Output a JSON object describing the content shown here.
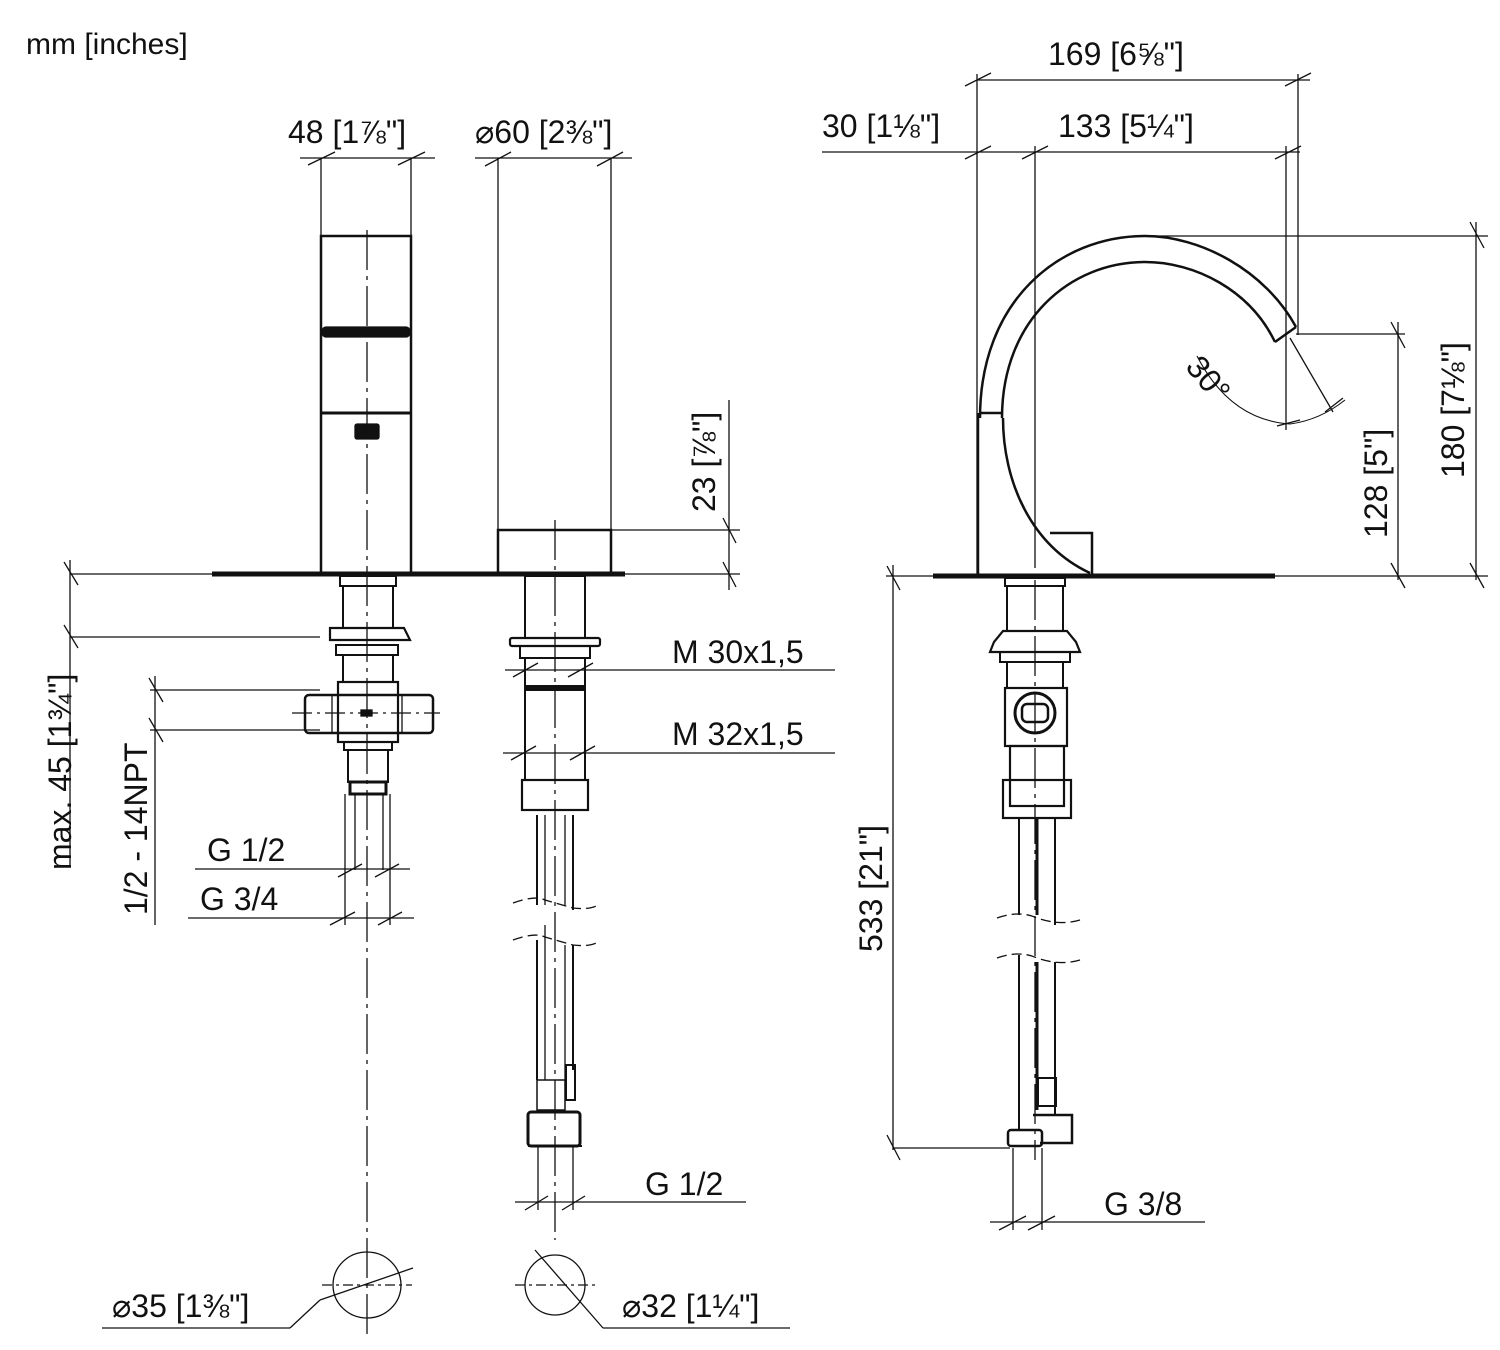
{
  "header": {
    "units_label": "mm [inches]"
  },
  "views": {
    "handle": {
      "width": "48 [1⅞\"]",
      "max_thickness": "max. 45 [1¾\"]",
      "thread_npt": "1/2 - 14NPT",
      "connection_1": "G 1/2",
      "connection_2": "G 3/4",
      "hole_diameter": "⌀35 [1⅜\"]"
    },
    "handshower_holder": {
      "diameter": "⌀60 [2⅜\"]",
      "height": "23 [⅞\"]",
      "thread_1": "M 30x1,5",
      "thread_2": "M 32x1,5",
      "connection": "G 1/2",
      "hole_diameter": "⌀32 [1¼\"]"
    },
    "spout": {
      "overall_reach": "169 [6⅝\"]",
      "base_depth": "30 [1⅛\"]",
      "reach": "133 [5¼\"]",
      "angle": "30°",
      "outlet_height": "128 [5\"]",
      "overall_height": "180 [7⅛\"]",
      "below_deck_length": "533 [21\"]",
      "connection": "G 3/8"
    }
  },
  "colors": {
    "line": "#111111",
    "background": "#ffffff"
  }
}
